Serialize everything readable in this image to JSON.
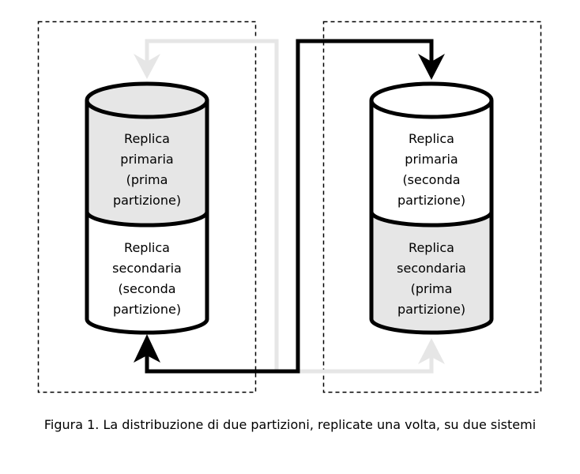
{
  "colors": {
    "stroke": "#000000",
    "shaded": "#e6e6e6",
    "plain": "#ffffff",
    "grey_arrow": "#e6e6e6",
    "black_arrow": "#000000"
  },
  "systems": [
    {
      "name": "system-1",
      "cylinder": {
        "top_segment": {
          "shaded": true,
          "lines": [
            "Replica",
            "primaria",
            "(prima",
            "partizione)"
          ]
        },
        "bottom_segment": {
          "shaded": false,
          "lines": [
            "Replica",
            "secondaria",
            "(seconda",
            "partizione)"
          ]
        }
      }
    },
    {
      "name": "system-2",
      "cylinder": {
        "top_segment": {
          "shaded": false,
          "lines": [
            "Replica",
            "primaria",
            "(seconda",
            "partizione)"
          ]
        },
        "bottom_segment": {
          "shaded": true,
          "lines": [
            "Replica",
            "secondaria",
            "(prima",
            "partizione)"
          ]
        }
      }
    }
  ],
  "arrows": [
    {
      "name": "grey-replication-arrow",
      "color": "grey",
      "from": "system-1 top (primaria prima partizione)",
      "to": "system-2 bottom (secondaria prima partizione)"
    },
    {
      "name": "black-replication-arrow",
      "color": "black",
      "from": "system-2 top (primaria seconda partizione)",
      "to": "system-1 bottom (secondaria seconda partizione)"
    }
  ],
  "caption": "Figura 1. La distribuzione di due partizioni, replicate una volta, su due sistemi"
}
